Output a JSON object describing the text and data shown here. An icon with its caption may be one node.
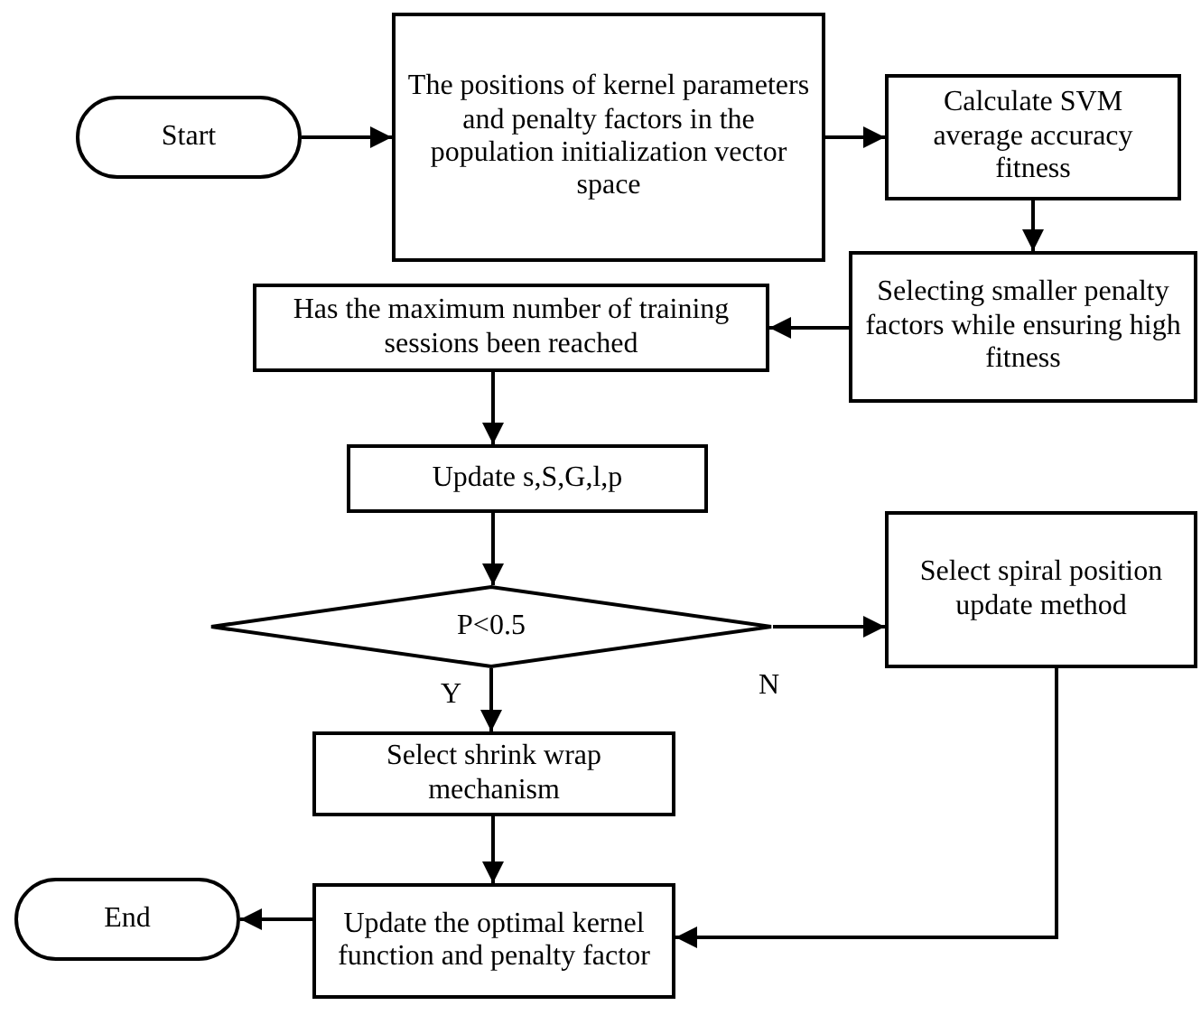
{
  "diagram": {
    "nodes": [
      {
        "text": [
          "Start"
        ]
      },
      {
        "text": [
          "The positions of kernel parameters and penalty factors in the population initialization vector space"
        ]
      },
      {
        "text": [
          "Calculate SVM average accuracy fitness"
        ]
      },
      {
        "text": [
          "Selecting smaller penalty factors while ensuring high fitness"
        ]
      },
      {
        "text": [
          "Has the maximum number of training sessions been reached"
        ]
      },
      {
        "text": [
          "Update s,S,G,l,p"
        ]
      },
      {
        "text": [
          "P<0.5"
        ]
      },
      {
        "text": [
          "Select spiral position update method"
        ]
      },
      {
        "text": [
          "Select shrink wrap mechanism"
        ]
      },
      {
        "text": [
          "Update the optimal kernel function and penalty factor"
        ]
      },
      {
        "text": [
          "End"
        ]
      }
    ],
    "edges": [
      {
        "from": 0,
        "to": 1,
        "arrow": "to"
      },
      {
        "from": 1,
        "to": 2,
        "arrow": "to"
      },
      {
        "from": 2,
        "to": 3,
        "arrow": "to"
      },
      {
        "from": 3,
        "to": 4,
        "arrow": "to"
      },
      {
        "from": 4,
        "to": 5,
        "arrow": "to"
      },
      {
        "from": 5,
        "to": 6,
        "arrow": "to"
      },
      {
        "from": 6,
        "to": 7,
        "arrow": "to",
        "label": "N"
      },
      {
        "from": 6,
        "to": 8,
        "arrow": "to",
        "label": "Y"
      },
      {
        "from": 8,
        "to": 9,
        "arrow": "to"
      },
      {
        "from": 7,
        "to": 9,
        "arrow": "to"
      },
      {
        "from": 9,
        "to": 10,
        "arrow": "to"
      }
    ]
  }
}
